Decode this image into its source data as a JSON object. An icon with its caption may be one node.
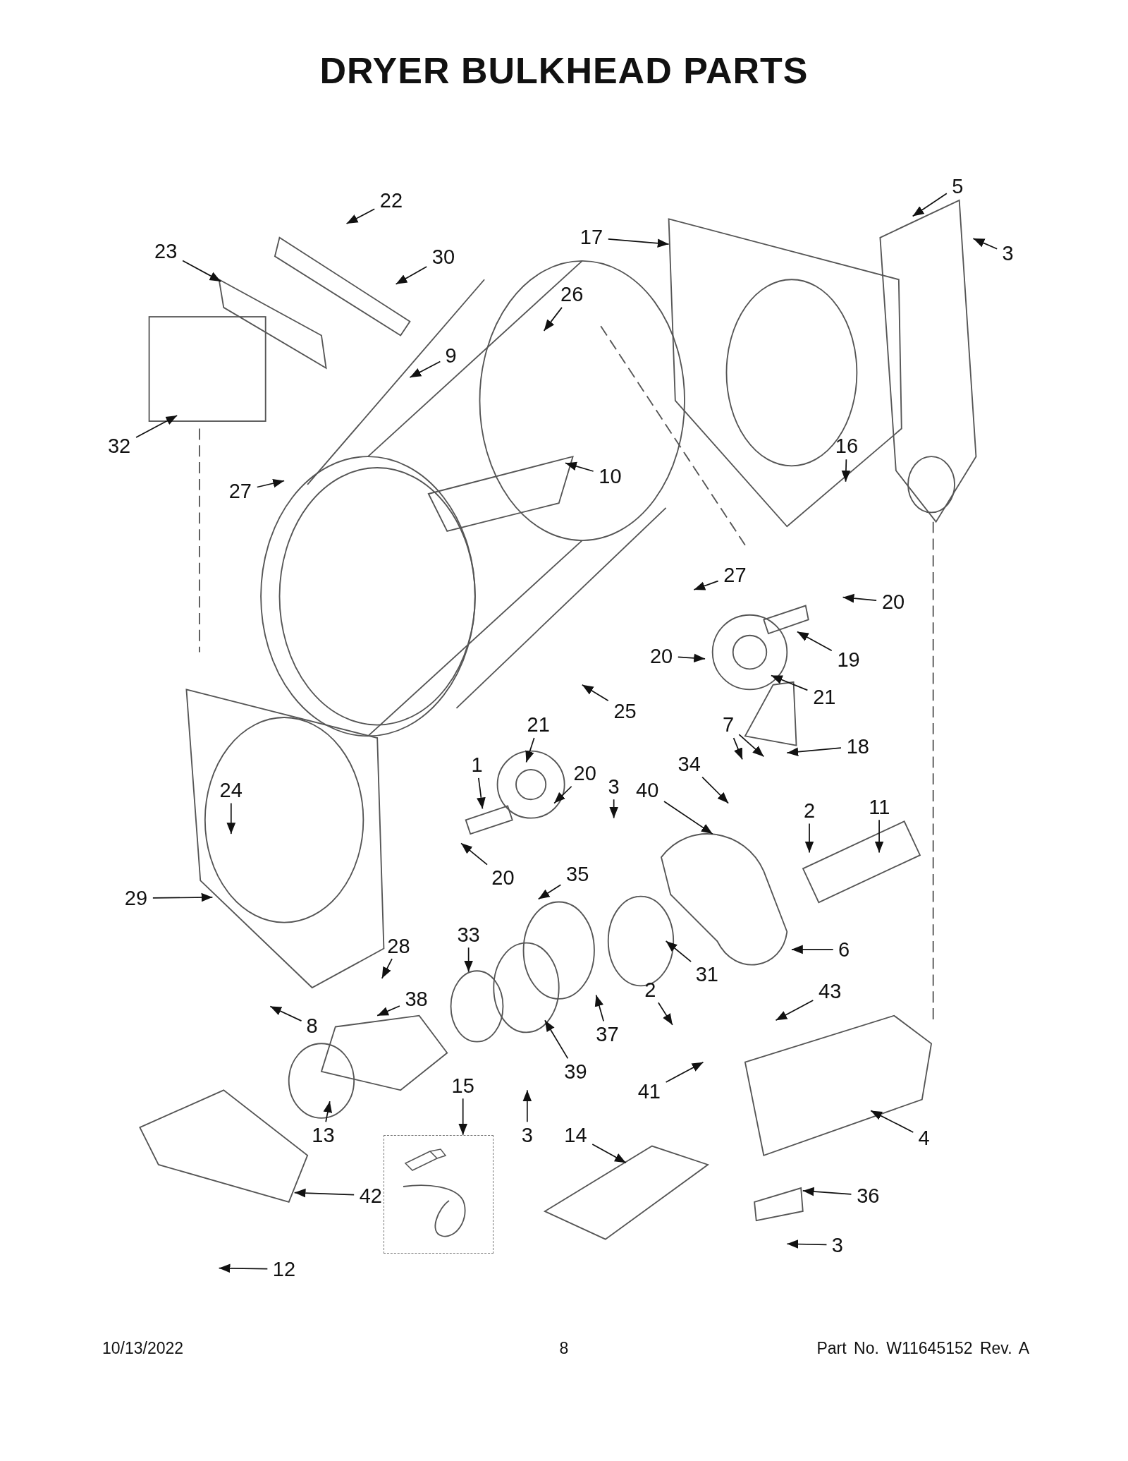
{
  "diagram": {
    "title": "DRYER BULKHEAD PARTS",
    "nodes": [
      {
        "text": [
          "22"
        ]
      },
      {
        "text": [
          "23"
        ]
      },
      {
        "text": [
          "30"
        ]
      },
      {
        "text": [
          "5"
        ]
      },
      {
        "text": [
          "17"
        ]
      },
      {
        "text": [
          "3"
        ]
      },
      {
        "text": [
          "26"
        ]
      },
      {
        "text": [
          "9"
        ]
      },
      {
        "text": [
          "32"
        ]
      },
      {
        "text": [
          "16"
        ]
      },
      {
        "text": [
          "27"
        ]
      },
      {
        "text": [
          "10"
        ]
      },
      {
        "text": [
          "27"
        ]
      },
      {
        "text": [
          "20"
        ]
      },
      {
        "text": [
          "20"
        ]
      },
      {
        "text": [
          "19"
        ]
      },
      {
        "text": [
          "21"
        ]
      },
      {
        "text": [
          "25"
        ]
      },
      {
        "text": [
          "7"
        ]
      },
      {
        "text": [
          "18"
        ]
      },
      {
        "text": [
          "21"
        ]
      },
      {
        "text": [
          "1"
        ]
      },
      {
        "text": [
          "34"
        ]
      },
      {
        "text": [
          "3"
        ]
      },
      {
        "text": [
          "20"
        ]
      },
      {
        "text": [
          "40"
        ]
      },
      {
        "text": [
          "24"
        ]
      },
      {
        "text": [
          "2"
        ]
      },
      {
        "text": [
          "11"
        ]
      },
      {
        "text": [
          "20"
        ]
      },
      {
        "text": [
          "35"
        ]
      },
      {
        "text": [
          "29"
        ]
      },
      {
        "text": [
          "33"
        ]
      },
      {
        "text": [
          "28"
        ]
      },
      {
        "text": [
          "6"
        ]
      },
      {
        "text": [
          "31"
        ]
      },
      {
        "text": [
          "38"
        ]
      },
      {
        "text": [
          "2"
        ]
      },
      {
        "text": [
          "43"
        ]
      },
      {
        "text": [
          "8"
        ]
      },
      {
        "text": [
          "37"
        ]
      },
      {
        "text": [
          "39"
        ]
      },
      {
        "text": [
          "41"
        ]
      },
      {
        "text": [
          "15"
        ]
      },
      {
        "text": [
          "13"
        ]
      },
      {
        "text": [
          "3"
        ]
      },
      {
        "text": [
          "14"
        ]
      },
      {
        "text": [
          "4"
        ]
      },
      {
        "text": [
          "42"
        ]
      },
      {
        "text": [
          "36"
        ]
      },
      {
        "text": [
          "12"
        ]
      },
      {
        "text": [
          "3"
        ]
      },
      {
        "text": [],
        "shape": "box"
      }
    ],
    "edges": [
      {
        "from": 0,
        "to": null,
        "arrow": "to"
      },
      {
        "from": 1,
        "to": null,
        "arrow": "to"
      },
      {
        "from": 2,
        "to": null,
        "arrow": "to"
      },
      {
        "from": 3,
        "to": null,
        "arrow": "to"
      },
      {
        "from": 4,
        "to": null,
        "arrow": "to"
      },
      {
        "from": 5,
        "to": null,
        "arrow": "to"
      },
      {
        "from": 6,
        "to": null,
        "arrow": "to"
      },
      {
        "from": 7,
        "to": null,
        "arrow": "to"
      },
      {
        "from": 8,
        "to": null,
        "arrow": "to"
      },
      {
        "from": 9,
        "to": null,
        "arrow": "to"
      },
      {
        "from": 10,
        "to": null,
        "arrow": "to"
      },
      {
        "from": 11,
        "to": null,
        "arrow": "to"
      },
      {
        "from": 12,
        "to": null,
        "arrow": "to"
      },
      {
        "from": 13,
        "to": null,
        "arrow": "to"
      },
      {
        "from": 14,
        "to": null,
        "arrow": "to"
      },
      {
        "from": 15,
        "to": null,
        "arrow": "to"
      },
      {
        "from": 16,
        "to": null,
        "arrow": "to"
      },
      {
        "from": 17,
        "to": null,
        "arrow": "to"
      },
      {
        "from": 18,
        "to": null,
        "arrow": "to"
      },
      {
        "from": 18,
        "to": null,
        "arrow": "to"
      },
      {
        "from": 19,
        "to": null,
        "arrow": "to"
      },
      {
        "from": 20,
        "to": null,
        "arrow": "to"
      },
      {
        "from": 21,
        "to": null,
        "arrow": "to"
      },
      {
        "from": 22,
        "to": null,
        "arrow": "to"
      },
      {
        "from": 23,
        "to": null,
        "arrow": "to"
      },
      {
        "from": 24,
        "to": null,
        "arrow": "to"
      },
      {
        "from": 25,
        "to": null,
        "arrow": "to"
      },
      {
        "from": 26,
        "to": null,
        "arrow": "to"
      },
      {
        "from": 27,
        "to": null,
        "arrow": "to"
      },
      {
        "from": 28,
        "to": null,
        "arrow": "to"
      },
      {
        "from": 29,
        "to": null,
        "arrow": "to"
      },
      {
        "from": 30,
        "to": null,
        "arrow": "to"
      },
      {
        "from": 31,
        "to": null,
        "arrow": "to"
      },
      {
        "from": 32,
        "to": null,
        "arrow": "to"
      },
      {
        "from": 33,
        "to": null,
        "arrow": "to"
      },
      {
        "from": 34,
        "to": null,
        "arrow": "to"
      },
      {
        "from": 35,
        "to": null,
        "arrow": "to"
      },
      {
        "from": 36,
        "to": null,
        "arrow": "to"
      },
      {
        "from": 37,
        "to": null,
        "arrow": "to"
      },
      {
        "from": 38,
        "to": null,
        "arrow": "to"
      },
      {
        "from": 39,
        "to": null,
        "arrow": "to"
      },
      {
        "from": 40,
        "to": null,
        "arrow": "to"
      },
      {
        "from": 41,
        "to": null,
        "arrow": "to"
      },
      {
        "from": 42,
        "to": null,
        "arrow": "to"
      },
      {
        "from": 43,
        "to": 52,
        "arrow": "to"
      },
      {
        "from": 44,
        "to": null,
        "arrow": "to"
      },
      {
        "from": 45,
        "to": null,
        "arrow": "to"
      },
      {
        "from": 46,
        "to": null,
        "arrow": "to"
      },
      {
        "from": 47,
        "to": null,
        "arrow": "to"
      },
      {
        "from": 48,
        "to": null,
        "arrow": "to"
      },
      {
        "from": 49,
        "to": null,
        "arrow": "to"
      },
      {
        "from": 50,
        "to": null,
        "arrow": "to"
      },
      {
        "from": 51,
        "to": null,
        "arrow": "to"
      }
    ],
    "labels": [
      "10/13/2022",
      "8",
      "Part No. W11645152 Rev. A"
    ]
  }
}
